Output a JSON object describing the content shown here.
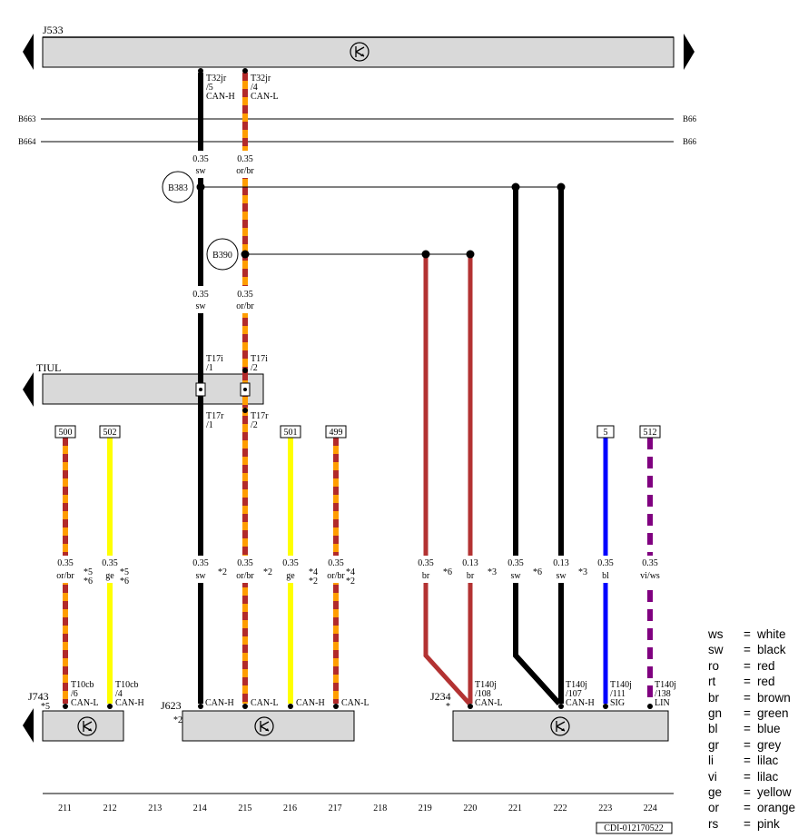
{
  "modules": {
    "j533": "J533",
    "j743": "J743",
    "j623": "J623",
    "j234": "J234",
    "tiul": "TIUL"
  },
  "buses": {
    "b663_left": "B663",
    "b664_left": "B664",
    "b663_right": "B66",
    "b664_right": "B66"
  },
  "splices": {
    "b383": "B383",
    "b390": "B390"
  },
  "top_pins": {
    "can_h": {
      "connector": "T32jr",
      "pin": "/5",
      "signal": "CAN-H"
    },
    "can_l": {
      "connector": "T32jr",
      "pin": "/4",
      "signal": "CAN-L"
    }
  },
  "tiul_pins": {
    "p1_top": {
      "connector": "T17i",
      "pin": "/1"
    },
    "p2_top": {
      "connector": "T17i",
      "pin": "/2"
    },
    "p1_bot": {
      "connector": "T17r",
      "pin": "/1"
    },
    "p2_bot": {
      "connector": "T17r",
      "pin": "/2"
    }
  },
  "wire_specs": {
    "w214_top": {
      "size": "0.35",
      "color": "sw"
    },
    "w215_top": {
      "size": "0.35",
      "color": "or/br"
    },
    "w214_mid": {
      "size": "0.35",
      "color": "sw"
    },
    "w215_mid": {
      "size": "0.35",
      "color": "or/br"
    },
    "w211": {
      "size": "0.35",
      "color": "or/br"
    },
    "w212": {
      "size": "0.35",
      "color": "ge"
    },
    "w214": {
      "size": "0.35",
      "color": "sw"
    },
    "w215": {
      "size": "0.35",
      "color": "or/br"
    },
    "w216": {
      "size": "0.35",
      "color": "ge"
    },
    "w217": {
      "size": "0.35",
      "color": "or/br"
    },
    "w219": {
      "size": "0.35",
      "color": "br"
    },
    "w220": {
      "size": "0.13",
      "color": "br"
    },
    "w221": {
      "size": "0.35",
      "color": "sw"
    },
    "w222": {
      "size": "0.13",
      "color": "sw"
    },
    "w223": {
      "size": "0.35",
      "color": "bl"
    },
    "w224": {
      "size": "0.35",
      "color": "vi/ws"
    }
  },
  "footnotes": {
    "f211_a": "*5",
    "f211_b": "*6",
    "f212_a": "*5",
    "f212_b": "*6",
    "f214": "*2",
    "f215": "*2",
    "f216_a": "*4",
    "f216_b": "*2",
    "f217_a": "*4",
    "f217_b": "*2",
    "f219": "*6",
    "f220": "*3",
    "f221": "*6",
    "f222": "*3",
    "j743": "*5",
    "j623": "*2",
    "j234": "*"
  },
  "refs": {
    "r211": "500",
    "r212": "502",
    "r216": "501",
    "r217": "499",
    "r223": "5",
    "r224": "512"
  },
  "bottom_pins": {
    "p211": {
      "connector": "T10cb",
      "pin": "/6",
      "signal": "CAN-L"
    },
    "p212": {
      "connector": "T10cb",
      "pin": "/4",
      "signal": "CAN-H"
    },
    "p214": {
      "signal": "CAN-H"
    },
    "p215": {
      "signal": "CAN-L"
    },
    "p216": {
      "signal": "CAN-H"
    },
    "p217": {
      "signal": "CAN-L"
    },
    "p220": {
      "connector": "T140j",
      "pin": "/108",
      "signal": "CAN-L"
    },
    "p222": {
      "connector": "T140j",
      "pin": "/107",
      "signal": "CAN-H"
    },
    "p223": {
      "connector": "T140j",
      "pin": "/111",
      "signal": "SIG"
    },
    "p224": {
      "connector": "T140j",
      "pin": "/138",
      "signal": "LIN"
    }
  },
  "columns": [
    "211",
    "212",
    "213",
    "214",
    "215",
    "216",
    "217",
    "218",
    "219",
    "220",
    "221",
    "222",
    "223",
    "224"
  ],
  "doc_id": "CDI-012170522",
  "legend": [
    {
      "code": "ws",
      "eq": "=",
      "name": "white"
    },
    {
      "code": "sw",
      "eq": "=",
      "name": "black"
    },
    {
      "code": "ro",
      "eq": "=",
      "name": "red"
    },
    {
      "code": "rt",
      "eq": "=",
      "name": "red"
    },
    {
      "code": "br",
      "eq": "=",
      "name": "brown"
    },
    {
      "code": "gn",
      "eq": "=",
      "name": "green"
    },
    {
      "code": "bl",
      "eq": "=",
      "name": "blue"
    },
    {
      "code": "gr",
      "eq": "=",
      "name": "grey"
    },
    {
      "code": "li",
      "eq": "=",
      "name": "lilac"
    },
    {
      "code": "vi",
      "eq": "=",
      "name": "lilac"
    },
    {
      "code": "ge",
      "eq": "=",
      "name": "yellow"
    },
    {
      "code": "or",
      "eq": "=",
      "name": "orange"
    },
    {
      "code": "rs",
      "eq": "=",
      "name": "pink"
    }
  ],
  "colors": {
    "sw": "#000000",
    "or": "#ff9d00",
    "br_stripe": "#b22a2a",
    "ge": "#ffff00",
    "br": "#b33232",
    "bl": "#0000ff",
    "vi": "#800080",
    "module_fill": "#d9d9d9"
  }
}
